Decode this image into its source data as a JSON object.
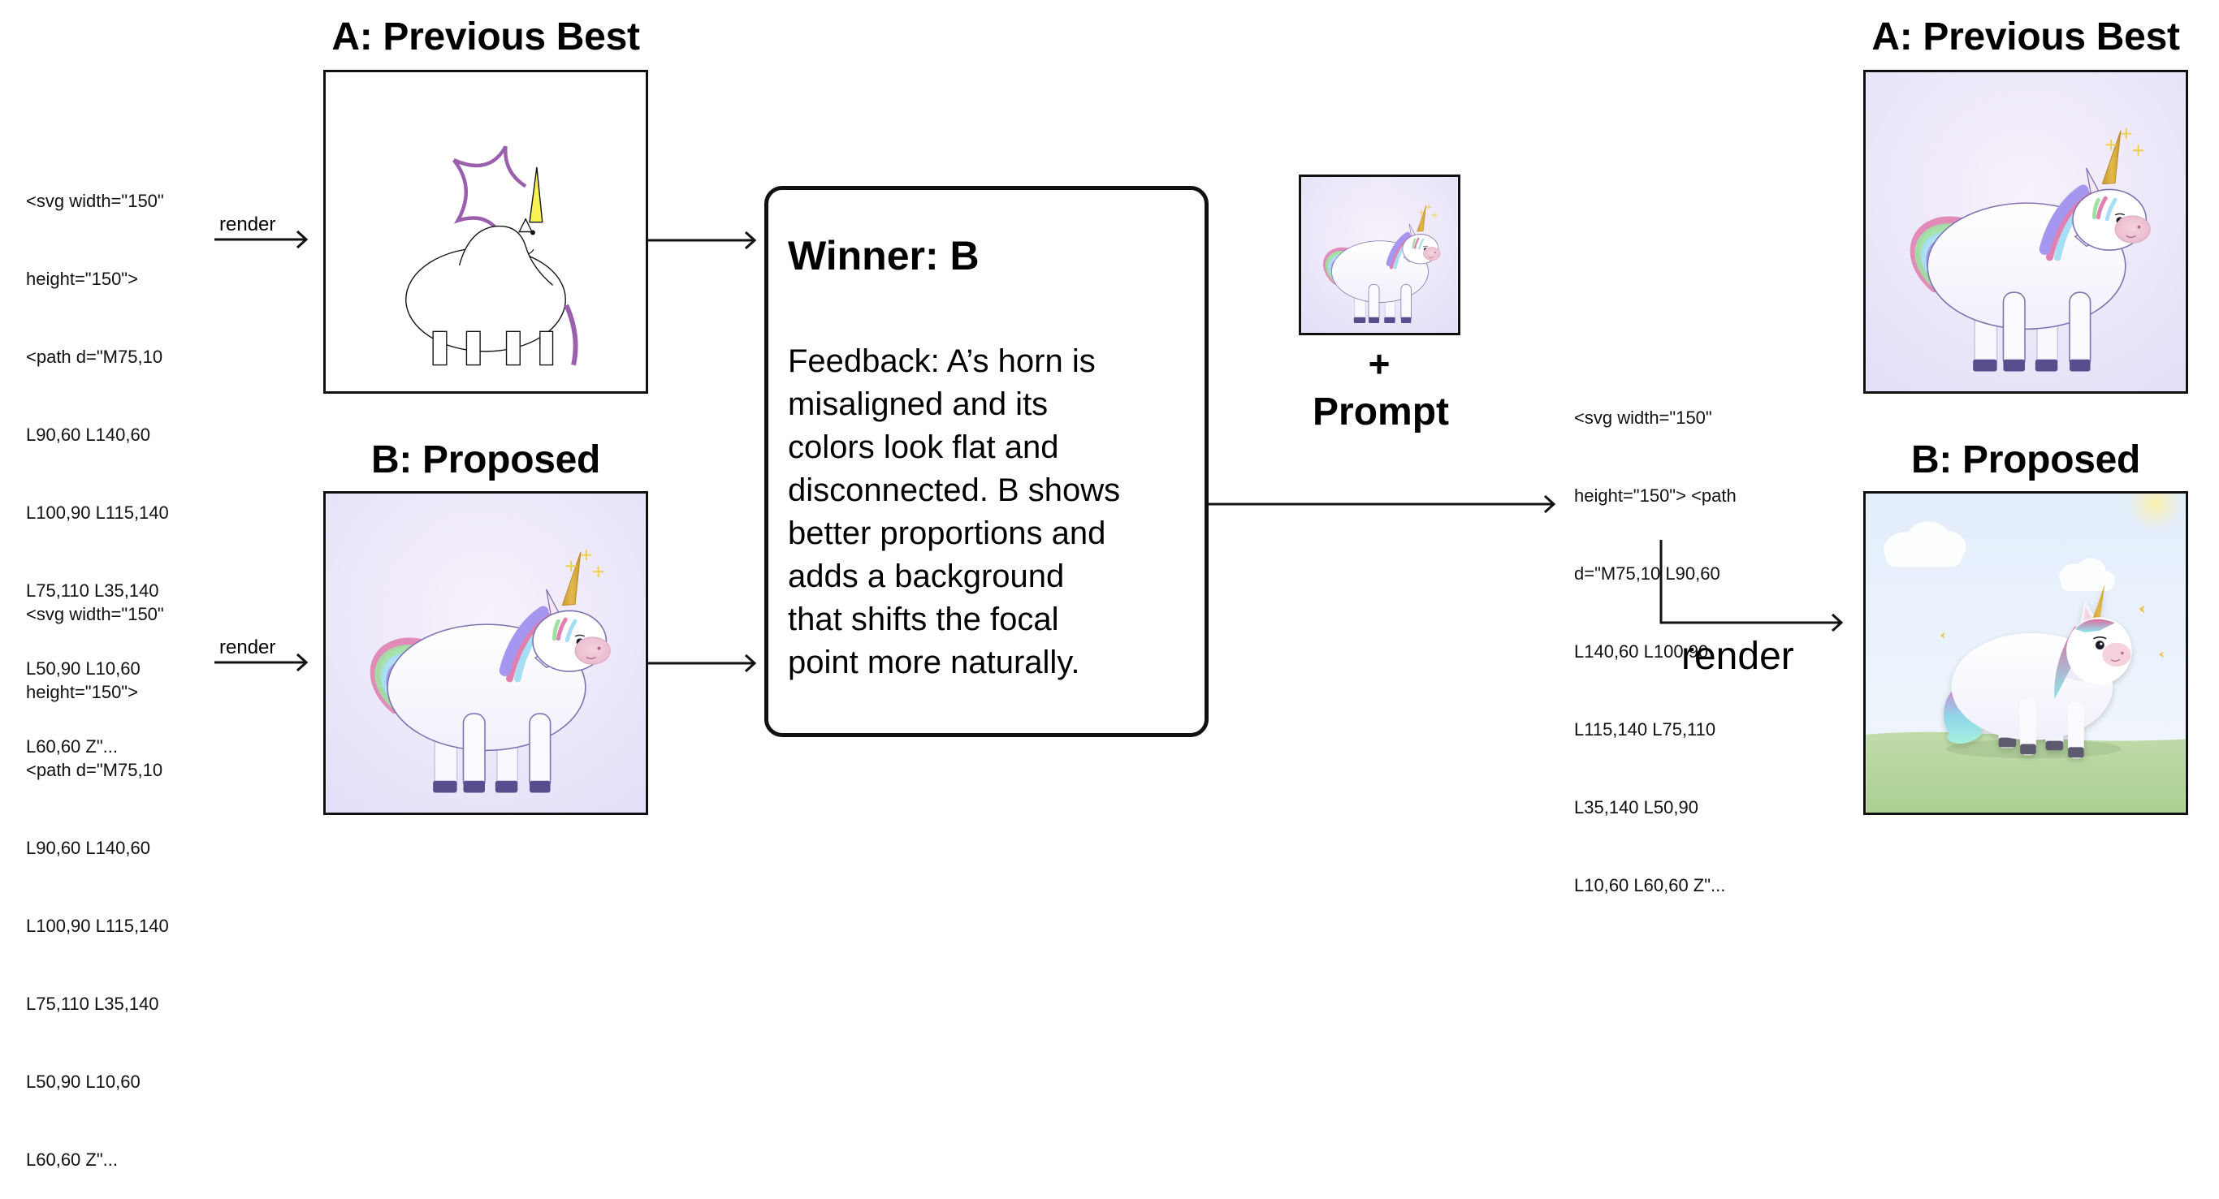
{
  "left_panel": {
    "a": {
      "title": "A: Previous Best",
      "code_lines": [
        "<svg width=\"150\"",
        "height=\"150\">",
        "<path d=\"M75,10",
        "L90,60 L140,60",
        "L100,90 L115,140",
        "L75,110 L35,140",
        "L50,90 L10,60",
        "L60,60 Z\"..."
      ],
      "render_label": "render",
      "image_description": "crude line-drawing unicorn: purple star outline, yellow horn, white oval body with four rectangle legs, purple tail"
    },
    "b": {
      "title": "B: Proposed",
      "code_lines": [
        "<svg width=\"150\"",
        "height=\"150\">",
        "<path d=\"M75,10",
        "L90,60 L140,60",
        "L100,90 L115,140",
        "L75,110 L35,140",
        "L50,90 L10,60",
        "L60,60 Z\"..."
      ],
      "render_label": "render",
      "image_description": "polished unicorn with rainbow mane and tail, gold horn with sparkles, lavender gradient background"
    }
  },
  "judge": {
    "winner": "Winner: B",
    "feedback_lines": [
      "Feedback: A’s horn is",
      "misaligned and its",
      "colors look flat and",
      "disconnected. B shows",
      "better proportions and",
      "adds a background",
      "that shifts the focal",
      "point more naturally."
    ]
  },
  "middle": {
    "plus": "+",
    "prompt": "Prompt",
    "thumbnail_description": "winning unicorn image B used as reference"
  },
  "output_code": {
    "lines": [
      "<svg width=\"150\"",
      "height=\"150\"> <path",
      "d=\"M75,10 L90,60",
      "L140,60 L100,90",
      "L115,140 L75,110",
      "L35,140 L50,90",
      "L10,60 L60,60 Z\"..."
    ],
    "render_label": "render"
  },
  "right_panel": {
    "a": {
      "title": "A: Previous Best",
      "image_description": "previous winner unicorn with rainbow mane on lavender background"
    },
    "b": {
      "title": "B: Proposed",
      "image_description": "new unicorn on green grass with blue sky, clouds, sun and sparkles"
    }
  },
  "colors": {
    "stroke": "#111111",
    "lavender_bg": "#ebe7fb",
    "mane_purple": "#a596ef",
    "mane_pink": "#e07fb0",
    "mane_green": "#9fe0a3",
    "mane_cyan": "#a6dff5",
    "horn_gold": "#d8a93c",
    "hoof": "#5a4d8e",
    "grass": "#b4d49c",
    "sky": "#e6f0fb"
  }
}
